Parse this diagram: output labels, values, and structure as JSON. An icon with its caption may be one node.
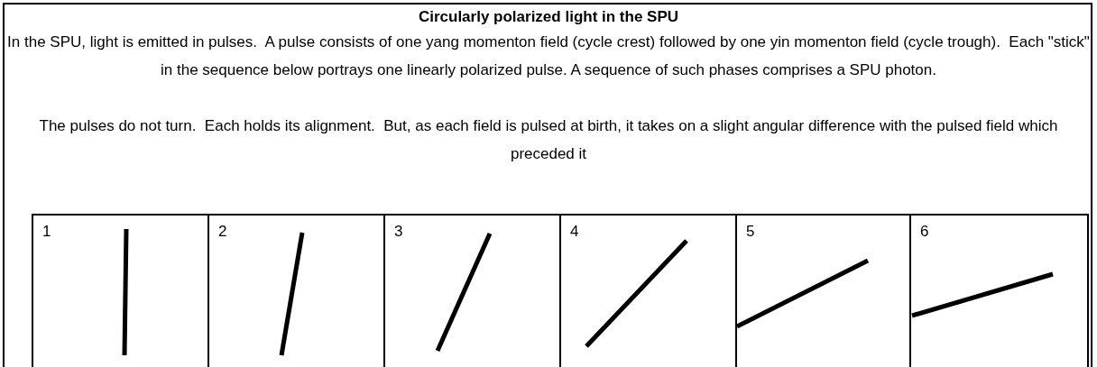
{
  "diagram": {
    "title": "Circularly polarized light in the SPU",
    "nodes": [
      {
        "text": [
          "1"
        ]
      },
      {
        "text": [
          "2"
        ]
      },
      {
        "text": [
          "3"
        ]
      },
      {
        "text": [
          "4"
        ]
      },
      {
        "text": [
          "5"
        ]
      },
      {
        "text": [
          "6"
        ]
      }
    ],
    "labels": [
      "In the SPU, light is emitted in pulses.  A pulse consists of one yang momenton field (cycle crest) followed by one yin momenton field (cycle trough).  Each \"stick\" in the sequence below portrays one linearly polarized pulse. A sequence of such phases comprises a SPU photon.",
      "The pulses do not turn.  Each holds its alignment.  But, as each field is pulsed at birth, it takes on a slight angular difference with the pulsed field which preceded it"
    ]
  }
}
